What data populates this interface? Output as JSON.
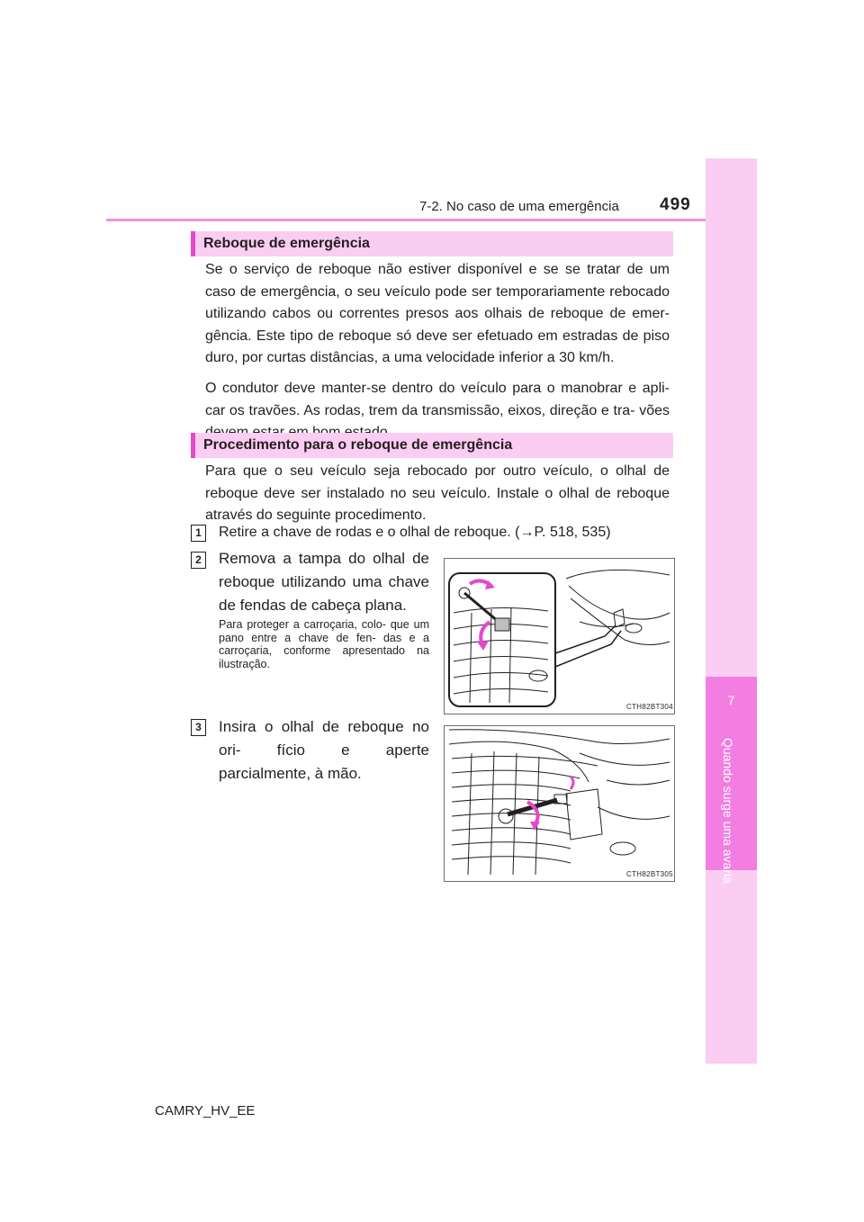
{
  "header": {
    "section": "7-2. No caso de uma emergência",
    "page_number": "499"
  },
  "side_tab": {
    "chapter": "7",
    "title": "Quando surge uma avaria"
  },
  "sections": [
    {
      "heading": "Reboque de emergência",
      "paragraphs": [
        "Se o serviço de reboque não estiver disponível e se se tratar de um caso de emergência, o seu veículo pode ser temporariamente rebocado utilizando cabos ou correntes presos aos olhais de reboque de emer- gência. Este tipo de reboque só deve ser efetuado em estradas de piso duro, por curtas distâncias, a uma velocidade inferior a 30 km/h.",
        "O condutor deve manter-se dentro do veículo para o manobrar e apli- car os travões. As rodas, trem da transmissão, eixos, direção e tra- vões devem estar em bom estado."
      ]
    },
    {
      "heading": "Procedimento para o reboque de emergência",
      "paragraphs": [
        "Para que o seu veículo seja rebocado por outro veículo, o olhal de reboque deve ser instalado no seu veículo. Instale o olhal de reboque através do seguinte procedimento."
      ]
    }
  ],
  "steps": [
    {
      "number": "1",
      "text": "Retire a chave de rodas e o olhal de reboque. (→P. 518, 535)"
    },
    {
      "number": "2",
      "text": "Remova a tampa do olhal de reboque utilizando uma chave de fendas de cabeça plana.",
      "note": "Para proteger a carroçaria, colo- que um pano entre a chave de fen- das e a carroçaria, conforme apresentado na ilustração.",
      "figure_code": "CTH82BT304"
    },
    {
      "number": "3",
      "text": "Insira o olhal de reboque no ori- fício e aperte parcialmente, à mão.",
      "figure_code": "CTH82BT305"
    }
  ],
  "footer": {
    "model": "CAMRY_HV_EE"
  },
  "colors": {
    "accent": "#e548c9",
    "tab_light": "#fbcdf2",
    "tab_dark": "#f27ee2",
    "rule": "#f48fde"
  }
}
